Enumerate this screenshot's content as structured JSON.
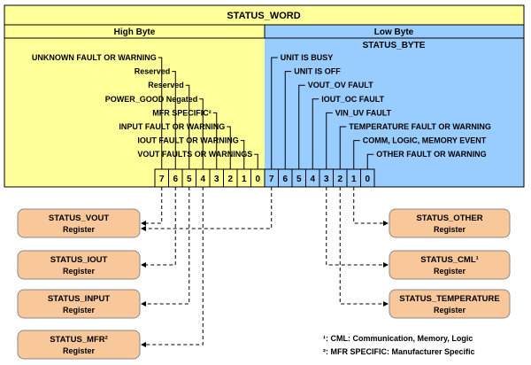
{
  "title": "STATUS_WORD",
  "high_byte": {
    "label": "High Byte",
    "bit_labels": [
      "UNKNOWN FAULT OR WARNING",
      "Reserved",
      "Reserved",
      "POWER_GOOD Negated",
      "MFR SPECIFIC²",
      "INPUT FAULT OR WARNING",
      "IOUT FAULT OR WARNING",
      "VOUT FAULTS OR WARNINGS"
    ],
    "bits": [
      "7",
      "6",
      "5",
      "4",
      "3",
      "2",
      "1",
      "0"
    ]
  },
  "low_byte": {
    "label": "Low Byte",
    "sublabel": "STATUS_BYTE",
    "bit_labels": [
      "UNIT IS BUSY",
      "UNIT IS OFF",
      "VOUT_OV FAULT",
      "IOUT_OC FAULT",
      "VIN_UV FAULT",
      "TEMPERATURE FAULT OR WARNING",
      "COMM, LOGIC, MEMORY EVENT",
      "OTHER FAULT OR WARNING"
    ],
    "bits": [
      "7",
      "6",
      "5",
      "4",
      "3",
      "2",
      "1",
      "0"
    ]
  },
  "registers_left": [
    {
      "name": "STATUS_VOUT",
      "sub": "Register"
    },
    {
      "name": "STATUS_IOUT",
      "sub": "Register"
    },
    {
      "name": "STATUS_INPUT",
      "sub": "Register"
    },
    {
      "name": "STATUS_MFR²",
      "sub": "Register"
    }
  ],
  "registers_right": [
    {
      "name": "STATUS_OTHER",
      "sub": "Register"
    },
    {
      "name": "STATUS_CML¹",
      "sub": "Register"
    },
    {
      "name": "STATUS_TEMPERATURE",
      "sub": "Register"
    }
  ],
  "footnotes": [
    "¹: CML: Communication, Memory, Logic",
    "²: MFR SPECIFIC: Manufacturer Specific"
  ],
  "colors": {
    "high_byte_bg": "#ffff99",
    "low_byte_bg": "#99ccff",
    "register_fill": "#f8c79a",
    "register_stroke": "#8a8a8a",
    "line": "#000000"
  }
}
